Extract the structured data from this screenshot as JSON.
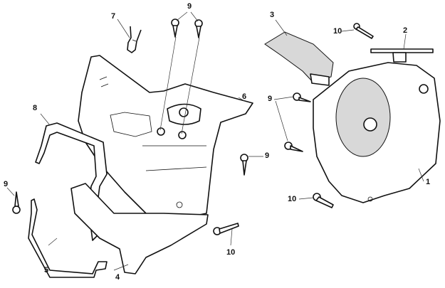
{
  "diagram": {
    "type": "exploded-parts-diagram",
    "callouts": [
      {
        "id": "c1",
        "label": "1"
      },
      {
        "id": "c2",
        "label": "2"
      },
      {
        "id": "c3",
        "label": "3"
      },
      {
        "id": "c4",
        "label": "4"
      },
      {
        "id": "c5",
        "label": "5"
      },
      {
        "id": "c6",
        "label": "6"
      },
      {
        "id": "c7",
        "label": "7"
      },
      {
        "id": "c8",
        "label": "8"
      },
      {
        "id": "c9a",
        "label": "9"
      },
      {
        "id": "c9b",
        "label": "9"
      },
      {
        "id": "c9c",
        "label": "9"
      },
      {
        "id": "c9d",
        "label": "9"
      },
      {
        "id": "c10a",
        "label": "10"
      },
      {
        "id": "c10b",
        "label": "10"
      },
      {
        "id": "c10c",
        "label": "10"
      }
    ]
  }
}
